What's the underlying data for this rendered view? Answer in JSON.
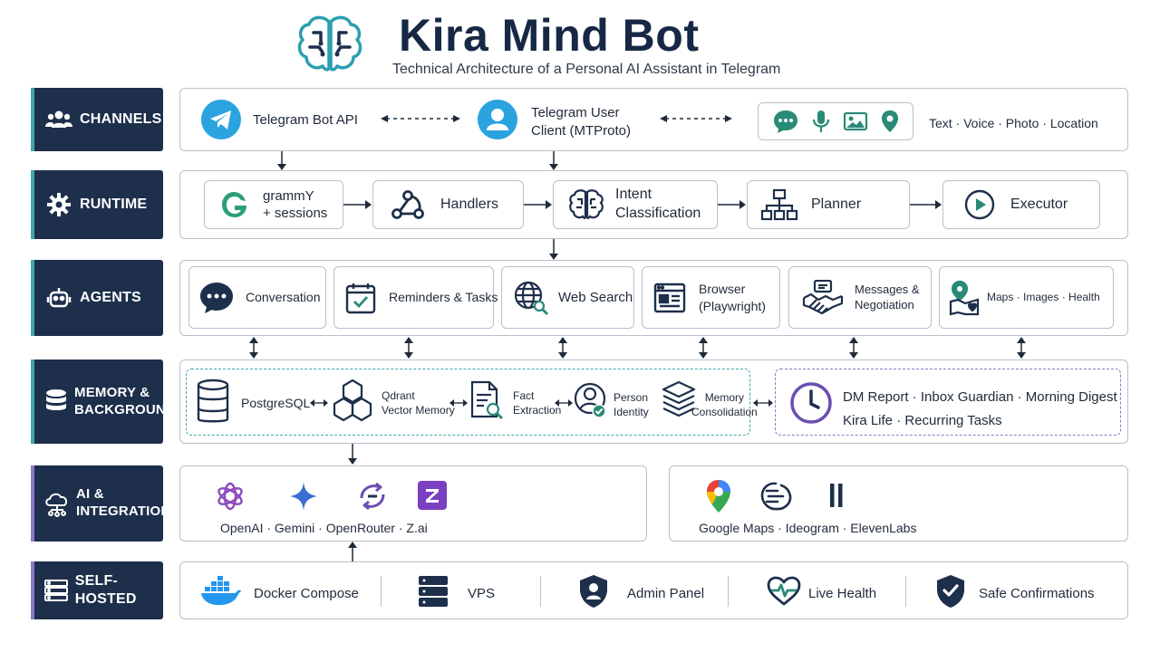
{
  "header": {
    "title": "Kira Mind Bot",
    "subtitle": "Technical Architecture of a Personal AI Assistant in Telegram",
    "logo_icon": "brain-icon"
  },
  "colors": {
    "label_bg": "#1d2f4b",
    "accent_teal": "#3ea7a7",
    "accent_purple": "#8d78c8",
    "telegram_blue": "#2aa3df",
    "icon_navy": "#1d2f4b"
  },
  "rows": {
    "channels": {
      "label": "CHANNELS",
      "icon": "users-icon",
      "bot_api": "Telegram Bot API",
      "user_client_1": "Telegram User",
      "user_client_2": "Client (MTProto)",
      "modalities": "Text · Voice · Photo · Location"
    },
    "runtime": {
      "label": "RUNTIME",
      "icon": "gear-icon",
      "grammy_1": "grammY",
      "grammy_2": "+ sessions",
      "handlers": "Handlers",
      "intent_1": "Intent",
      "intent_2": "Classification",
      "planner": "Planner",
      "executor": "Executor"
    },
    "agents": {
      "label": "AGENTS",
      "icon": "robot-icon",
      "conversation": "Conversation",
      "reminders": "Reminders & Tasks",
      "web_search": "Web Search",
      "browser_1": "Browser",
      "browser_2": "(Playwright)",
      "messages_1": "Messages &",
      "messages_2": "Negotiation",
      "maps": "Maps · Images · Health"
    },
    "memory": {
      "label_1": "MEMORY &",
      "label_2": "BACKGROUND",
      "icon": "database-icon",
      "postgres": "PostgreSQL",
      "qdrant_1": "Qdrant",
      "qdrant_2": "Vector Memory",
      "fact_1": "Fact",
      "fact_2": "Extraction",
      "person_1": "Person",
      "person_2": "Identity",
      "consolidation_1": "Memory",
      "consolidation_2": "Consolidation",
      "background_1": "DM Report · Inbox Guardian · Morning Digest",
      "background_2": "Kira Life · Recurring Tasks"
    },
    "ai": {
      "label_1": "AI &",
      "label_2": "INTEGRATIONS",
      "icon": "cloud-network-icon",
      "llm_providers": "OpenAI · Gemini · OpenRouter · Z.ai",
      "integrations": "Google Maps · Ideogram · ElevenLabs"
    },
    "selfhosted": {
      "label": "SELF-HOSTED",
      "icon": "server-icon",
      "docker": "Docker Compose",
      "vps": "VPS",
      "admin": "Admin Panel",
      "health": "Live Health",
      "safe": "Safe Confirmations"
    }
  }
}
